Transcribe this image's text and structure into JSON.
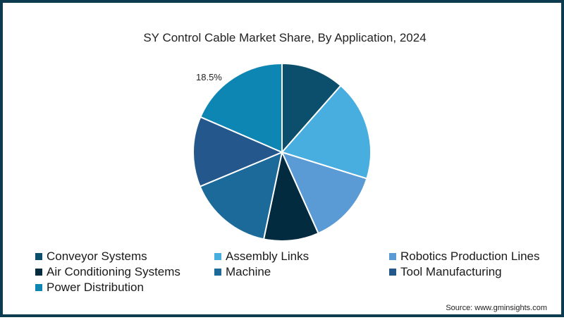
{
  "chart_data": {
    "type": "pie",
    "title": "SY Control Cable Market Share, By Application, 2024",
    "categories": [
      "Conveyor Systems",
      "Assembly Links",
      "Robotics Production Lines",
      "Air Conditioning Systems",
      "Machine",
      "Tool Manufacturing",
      "Power Distribution"
    ],
    "values": [
      11.5,
      18.3,
      13.5,
      10.0,
      15.4,
      12.8,
      18.5
    ],
    "colors": [
      "#0b4f6c",
      "#48aee0",
      "#5b9bd5",
      "#032b3f",
      "#1b6a9a",
      "#24578c",
      "#0e86b3"
    ],
    "data_labels": {
      "Power Distribution": "18.5%"
    },
    "legend_position": "bottom",
    "unit": "%"
  },
  "source": "Source: www.gminsights.com"
}
